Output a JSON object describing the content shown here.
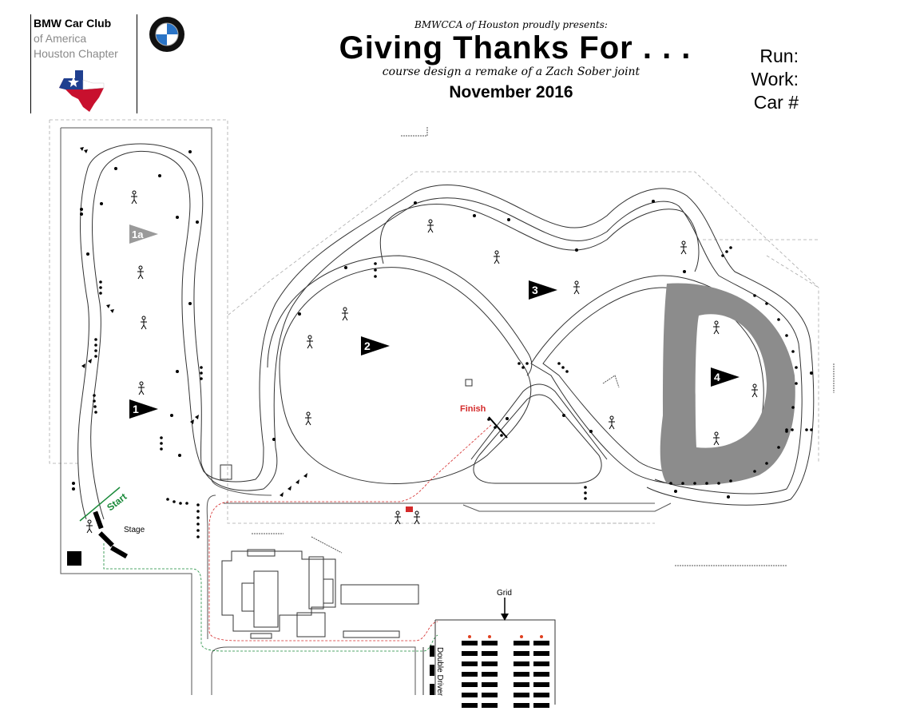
{
  "header": {
    "club_line1": "BMW Car Club",
    "club_line2": "of America",
    "club_line3": "Houston Chapter",
    "presents": "BMWCCA of Houston proudly presents:",
    "title": "Giving Thanks For . . .",
    "subtitle": "course design a remake of a Zach Sober joint",
    "date": "November 2016"
  },
  "form": {
    "run_label": "Run:",
    "work_label": "Work:",
    "car_label": "Car #"
  },
  "map_labels": {
    "start": "Start",
    "stage": "Stage",
    "finish": "Finish",
    "grid": "Grid",
    "double_driver": "Double Driver"
  },
  "stations": [
    "1",
    "1a",
    "2",
    "3",
    "4"
  ],
  "colors": {
    "start_green": "#1a8a3a",
    "finish_red": "#d42a2a",
    "flag_black": "#000000",
    "flag_grey": "#9a9a9a",
    "pad_grey": "#8c8c8c",
    "bmw_blue": "#2a74c6"
  },
  "icons": [
    "bmw-logo-icon",
    "texas-flag-icon",
    "worker-icon",
    "cone-icon",
    "flag-icon"
  ]
}
